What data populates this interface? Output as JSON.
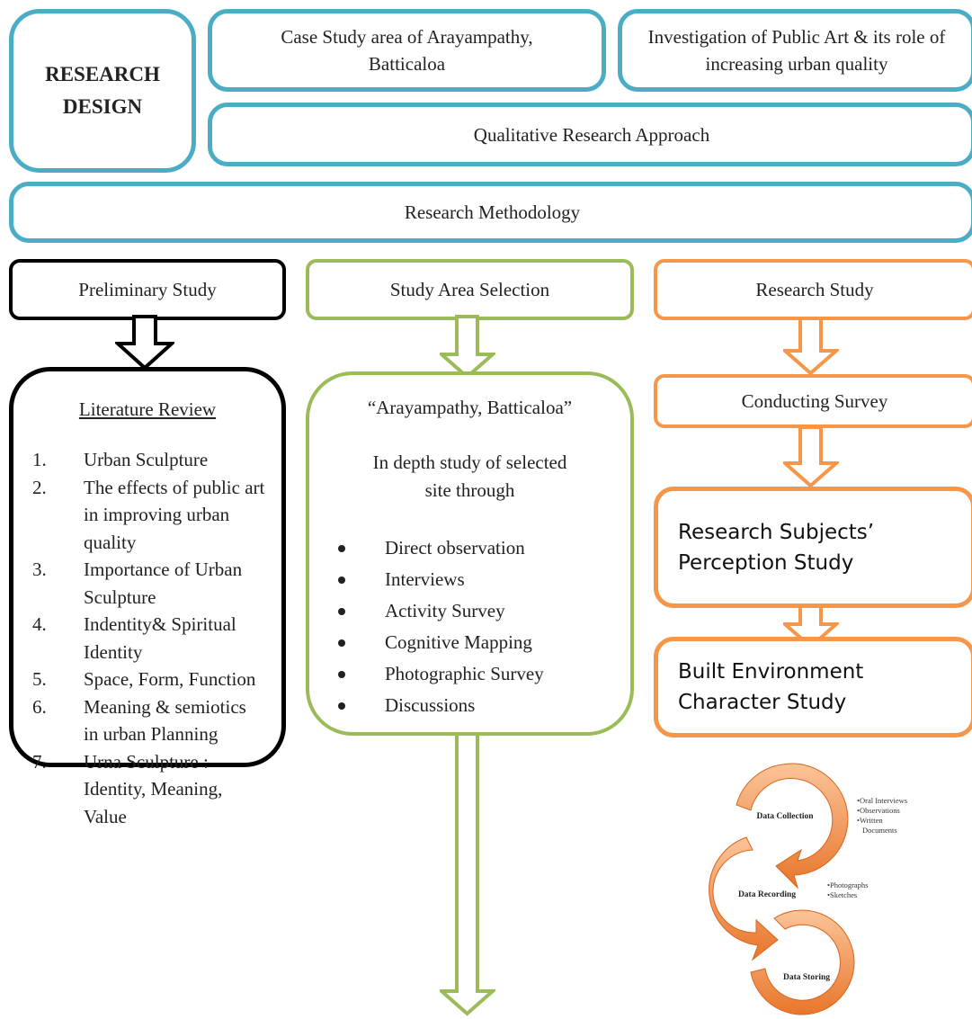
{
  "header": {
    "research_design": "RESEARCH DESIGN",
    "case_study": "Case Study area of Arayampathy, Batticaloa",
    "investigation": "Investigation of Public Art & its role of increasing urban quality",
    "approach": "Qualitative Research Approach"
  },
  "methodology": "Research Methodology",
  "columns": {
    "preliminary": {
      "title": "Preliminary Study",
      "heading": "Literature Review",
      "items": [
        {
          "num": "1.",
          "text": "Urban Sculpture"
        },
        {
          "num": "2.",
          "text": "The effects of public art in improving urban quality"
        },
        {
          "num": "3.",
          "text": "Importance of Urban Sculpture"
        },
        {
          "num": "4.",
          "text": "Indentity& Spiritual Identity"
        },
        {
          "num": "5.",
          "text": "Space, Form, Function"
        },
        {
          "num": "6.",
          "text": "Meaning & semiotics in urban Planning"
        },
        {
          "num": "7.",
          "text": "Urna Sculpture : Identity, Meaning, Value"
        }
      ]
    },
    "study_area": {
      "title": "Study Area Selection",
      "site": "“Arayampathy, Batticaloa”",
      "intro": "In depth study of selected site through",
      "methods": [
        "Direct observation",
        "Interviews",
        "Activity Survey",
        "Cognitive Mapping",
        "Photographic Survey",
        "Discussions"
      ]
    },
    "research": {
      "title": "Research Study",
      "survey": "Conducting Survey",
      "perception": "Research Subjects’ Perception Study",
      "built": "Built Environment Character Study"
    }
  },
  "cycle": {
    "stages": [
      {
        "label": "Data Collection",
        "notes": [
          "•Oral Interviews",
          "•Observations",
          "•Written",
          "Documents"
        ]
      },
      {
        "label": "Data Recording",
        "notes": [
          "•Photographs",
          "•Sketches"
        ]
      },
      {
        "label": "Data Storing",
        "notes": []
      }
    ]
  },
  "colors": {
    "blue": "#4bacc6",
    "green": "#9bbb59",
    "orange": "#f79646",
    "black": "#000000"
  }
}
